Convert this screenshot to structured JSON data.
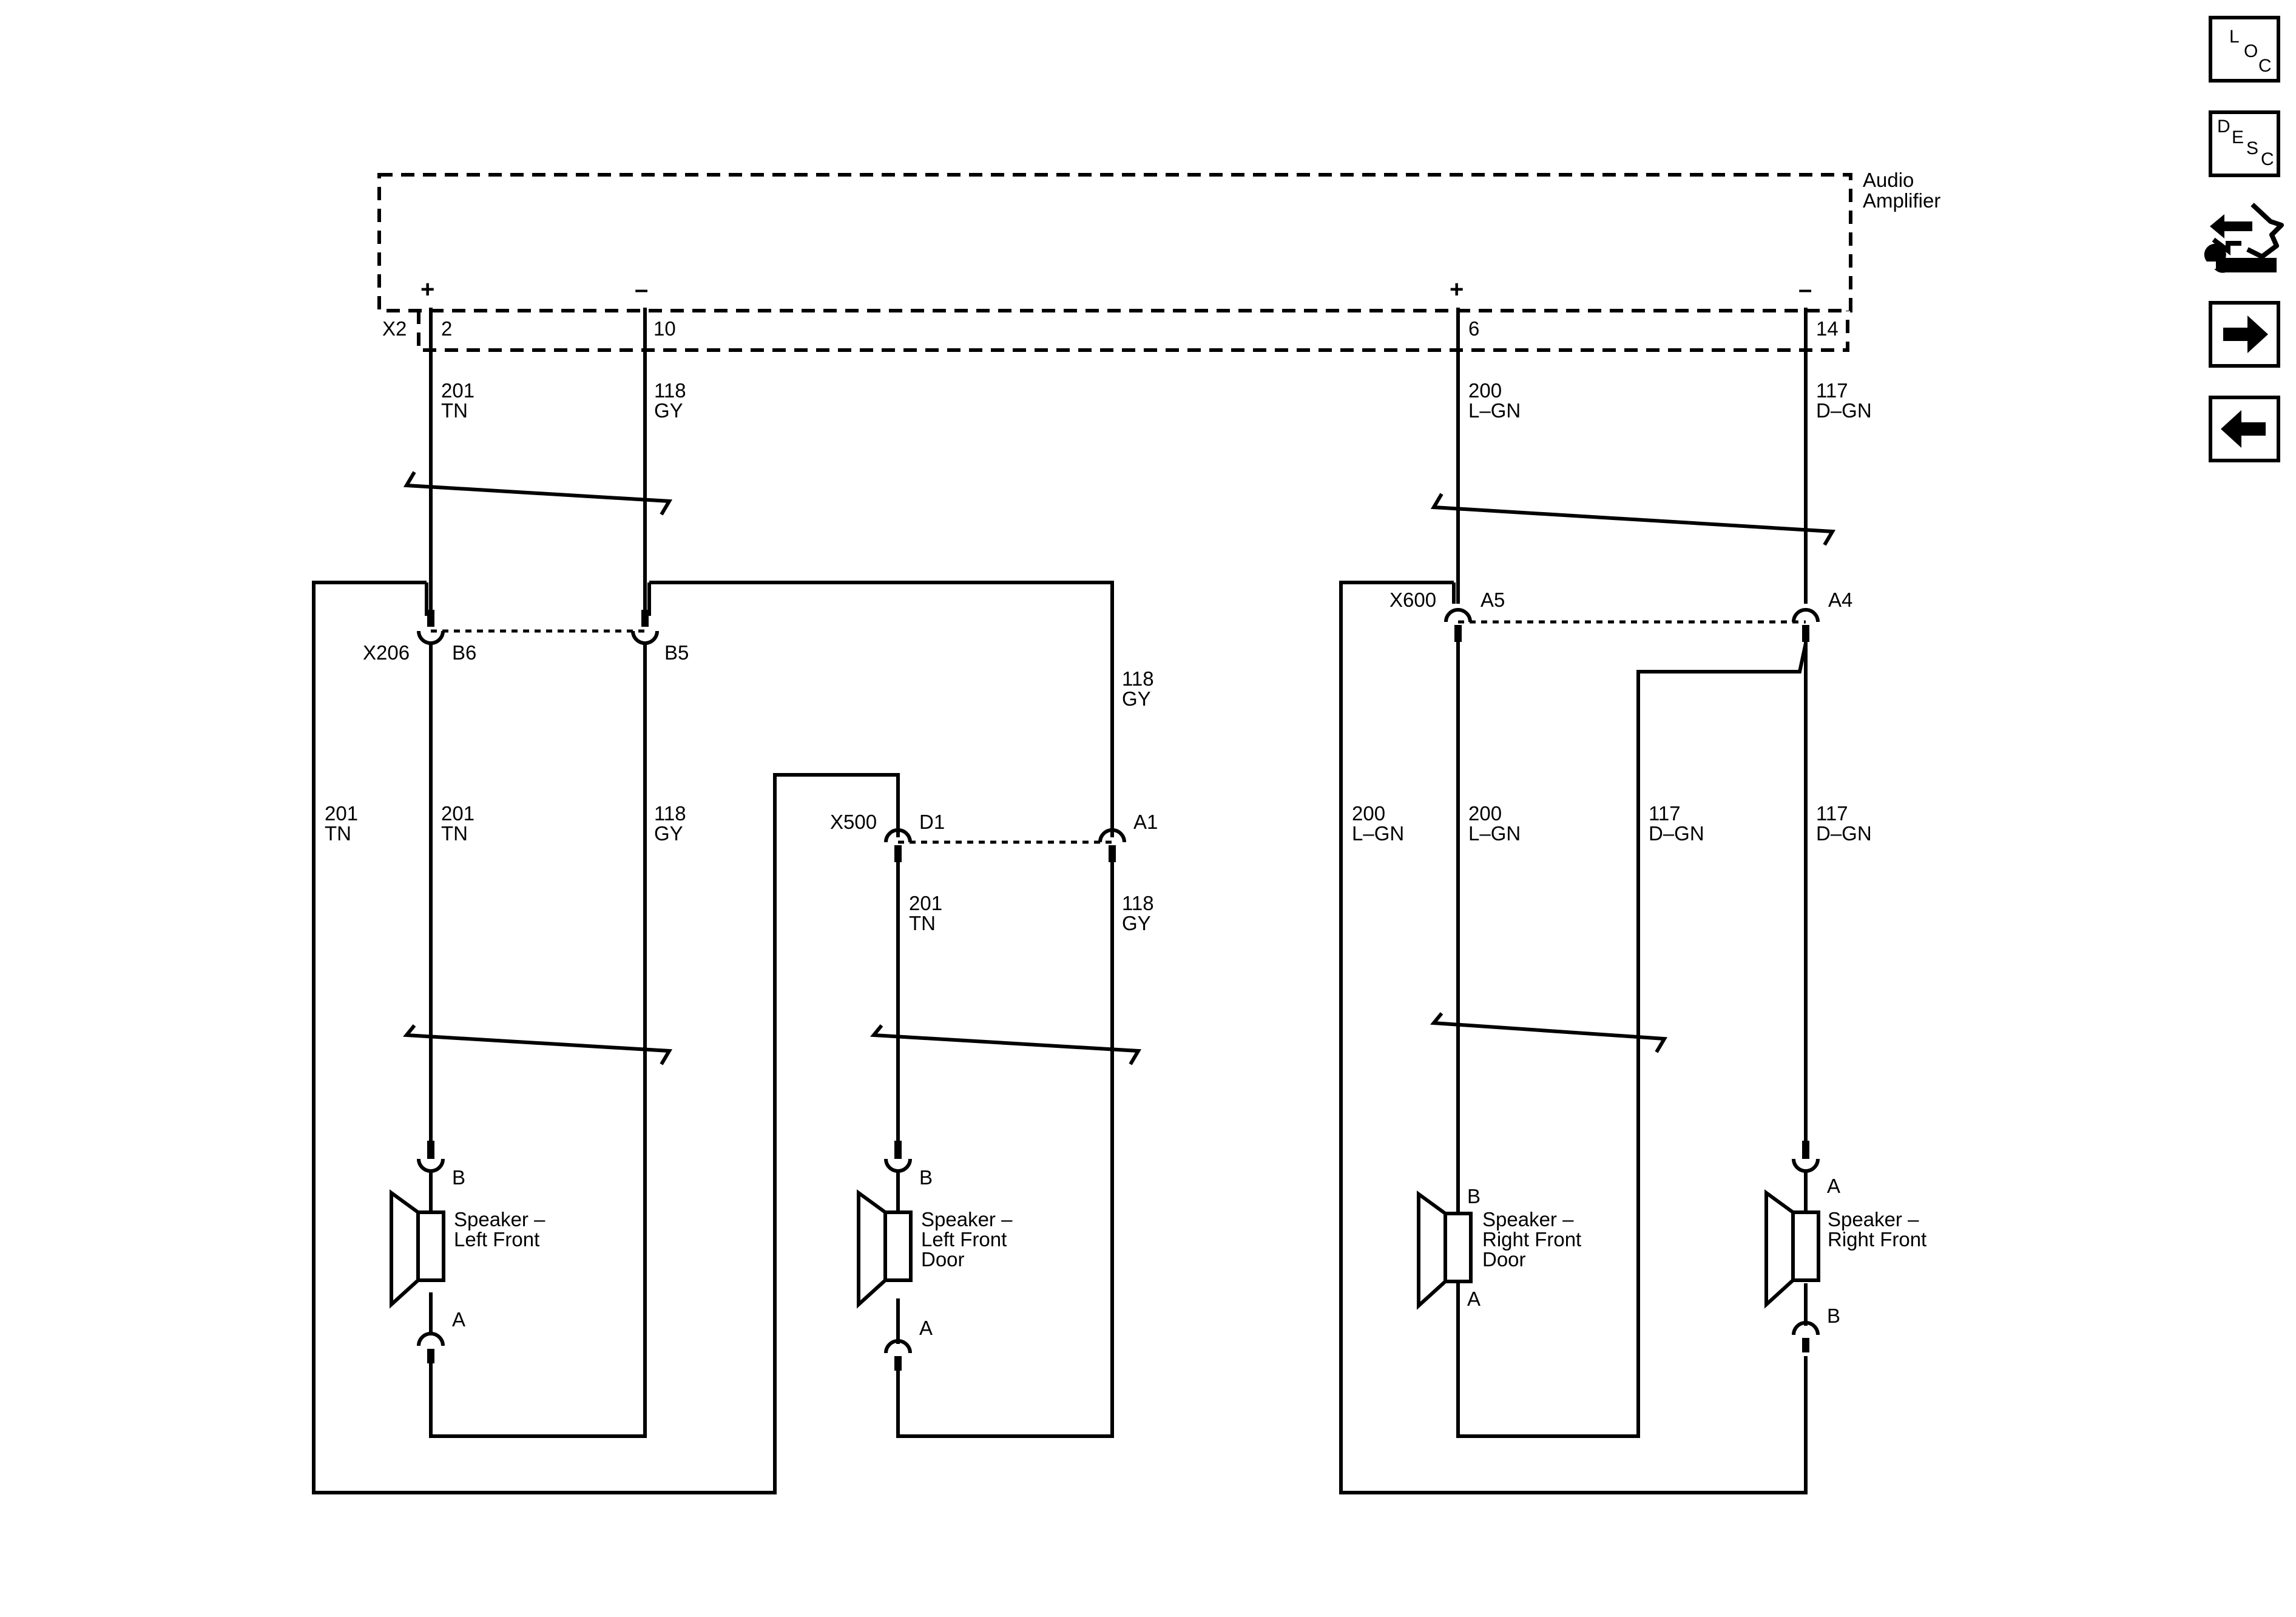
{
  "amplifier": {
    "label_line1": "Audio",
    "label_line2": "Amplifier",
    "connector": "X2"
  },
  "amp_pins": {
    "p2": {
      "pin": "2",
      "sign": "+"
    },
    "p10": {
      "pin": "10",
      "sign": "–"
    },
    "p6": {
      "pin": "6",
      "sign": "+"
    },
    "p14": {
      "pin": "14",
      "sign": "–"
    }
  },
  "circuits": {
    "c201": {
      "number": "201",
      "color": "TN"
    },
    "c118": {
      "number": "118",
      "color": "GY"
    },
    "c200": {
      "number": "200",
      "color": "L–GN"
    },
    "c117": {
      "number": "117",
      "color": "D–GN"
    }
  },
  "connectors": {
    "x206": {
      "name": "X206",
      "pin_b6": "B6",
      "pin_b5": "B5"
    },
    "x500": {
      "name": "X500",
      "pin_d1": "D1",
      "pin_a1": "A1"
    },
    "x600": {
      "name": "X600",
      "pin_a5": "A5",
      "pin_a4": "A4"
    }
  },
  "speakers": {
    "left_front": {
      "line1": "Speaker –",
      "line2": "Left Front",
      "line3": "",
      "pin_top": "B",
      "pin_bottom": "A"
    },
    "left_front_door": {
      "line1": "Speaker –",
      "line2": "Left Front",
      "line3": "Door",
      "pin_top": "B",
      "pin_bottom": "A"
    },
    "right_front_door": {
      "line1": "Speaker –",
      "line2": "Right Front",
      "line3": "Door",
      "pin_top": "B",
      "pin_bottom": "A"
    },
    "right_front": {
      "line1": "Speaker –",
      "line2": "Right Front",
      "line3": "",
      "pin_top": "A",
      "pin_bottom": "B"
    }
  },
  "nav": {
    "loc": {
      "l1": "L",
      "l2": "O",
      "l3": "C"
    },
    "desc": {
      "l1": "D",
      "l2": "E",
      "l3": "S",
      "l4": "C"
    },
    "icons": [
      "connector-wrench-icon",
      "arrow-right-icon",
      "arrow-left-icon"
    ]
  }
}
